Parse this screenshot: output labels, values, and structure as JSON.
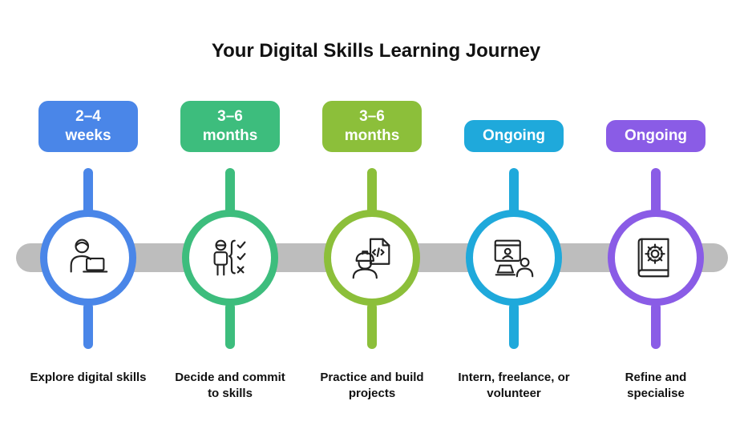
{
  "title": "Your Digital Skills Learning Journey",
  "stages": [
    {
      "duration_line1": "2–4",
      "duration_line2": "weeks",
      "label_line1": "Explore digital skills",
      "label_line2": "",
      "color": "#4a86e8",
      "icon": "person-laptop-icon"
    },
    {
      "duration_line1": "3–6",
      "duration_line2": "months",
      "label_line1": "Decide and commit",
      "label_line2": "to skills",
      "color": "#3dbd7d",
      "icon": "person-checklist-icon"
    },
    {
      "duration_line1": "3–6",
      "duration_line2": "months",
      "label_line1": "Practice and build",
      "label_line2": "projects",
      "color": "#8cbf3a",
      "icon": "builder-code-icon"
    },
    {
      "duration_line1": "Ongoing",
      "duration_line2": "",
      "label_line1": "Intern, freelance, or",
      "label_line2": "volunteer",
      "color": "#1fa9db",
      "icon": "remote-work-icon"
    },
    {
      "duration_line1": "Ongoing",
      "duration_line2": "",
      "label_line1": "Refine and",
      "label_line2": "specialise",
      "color": "#8a5ce6",
      "icon": "gear-book-icon"
    }
  ],
  "timeline_color": "#bdbdbd"
}
